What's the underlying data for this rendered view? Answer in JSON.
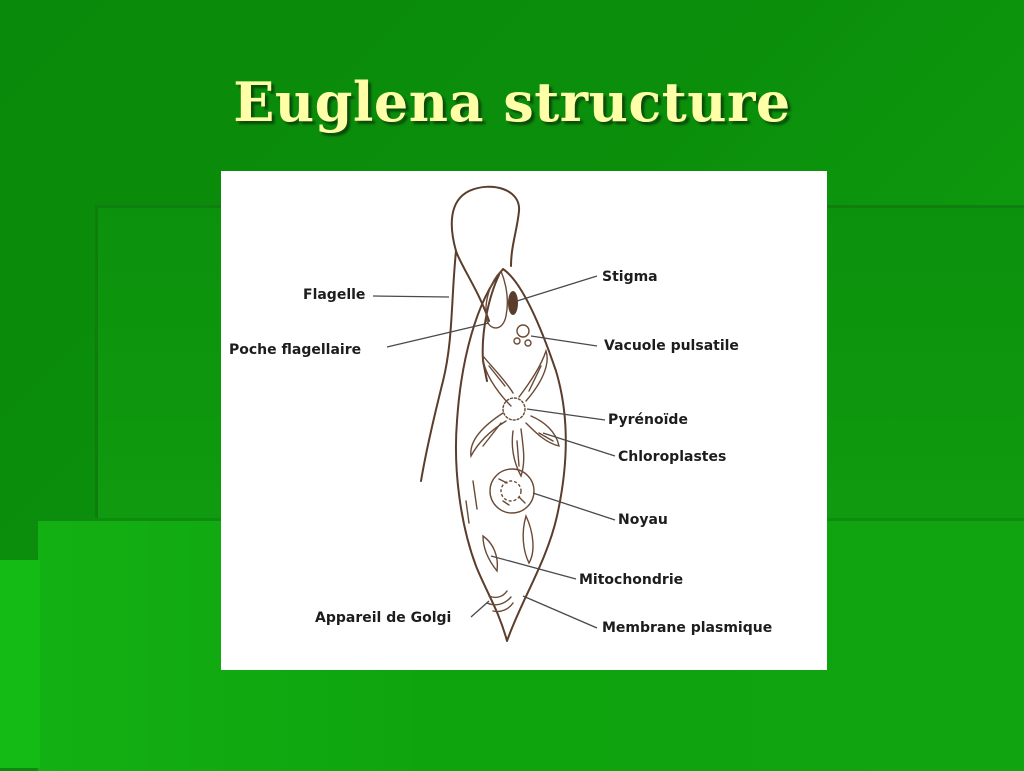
{
  "slide": {
    "title": "Euglena structure"
  },
  "diagram": {
    "labels": {
      "flagelle": "Flagelle",
      "poche": "Poche flagellaire",
      "stigma": "Stigma",
      "vacuole": "Vacuole pulsatile",
      "pyrenoide": "Pyrénoïde",
      "chloroplastes": "Chloroplastes",
      "noyau": "Noyau",
      "mitochondrie": "Mitochondrie",
      "golgi": "Appareil de Golgi",
      "membrane": "Membrane plasmique"
    }
  },
  "colors": {
    "background": "#0b8f0b",
    "title": "#ffffa8",
    "ink": "#5a3d2b"
  }
}
